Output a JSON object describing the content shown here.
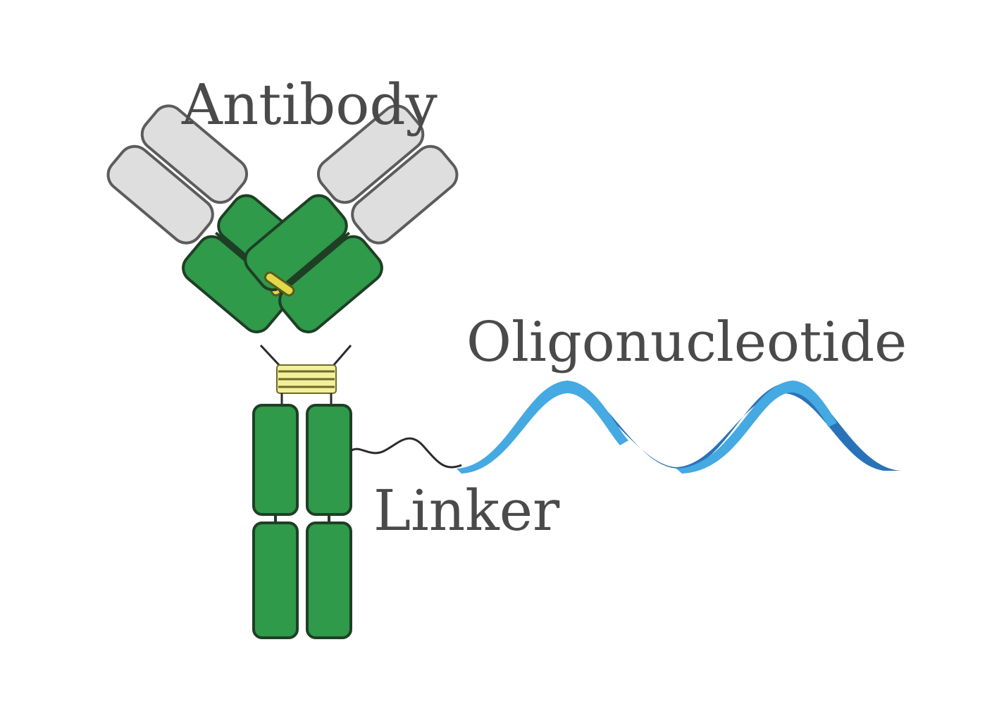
{
  "labels": {
    "antibody": "Antibody",
    "oligonucleotide": "Oligonucleotide",
    "linker": "Linker"
  },
  "colors": {
    "heavy_chain": "#2e9a4a",
    "heavy_chain_stroke": "#1f3f25",
    "light_chain": "#dedede",
    "light_chain_stroke": "#5c5c5c",
    "disulfide": "#e3d84a",
    "oligo_light": "#45a9e2",
    "oligo_dark": "#2a72b8",
    "linker": "#2b2b2b",
    "text": "#4a4a4a"
  }
}
